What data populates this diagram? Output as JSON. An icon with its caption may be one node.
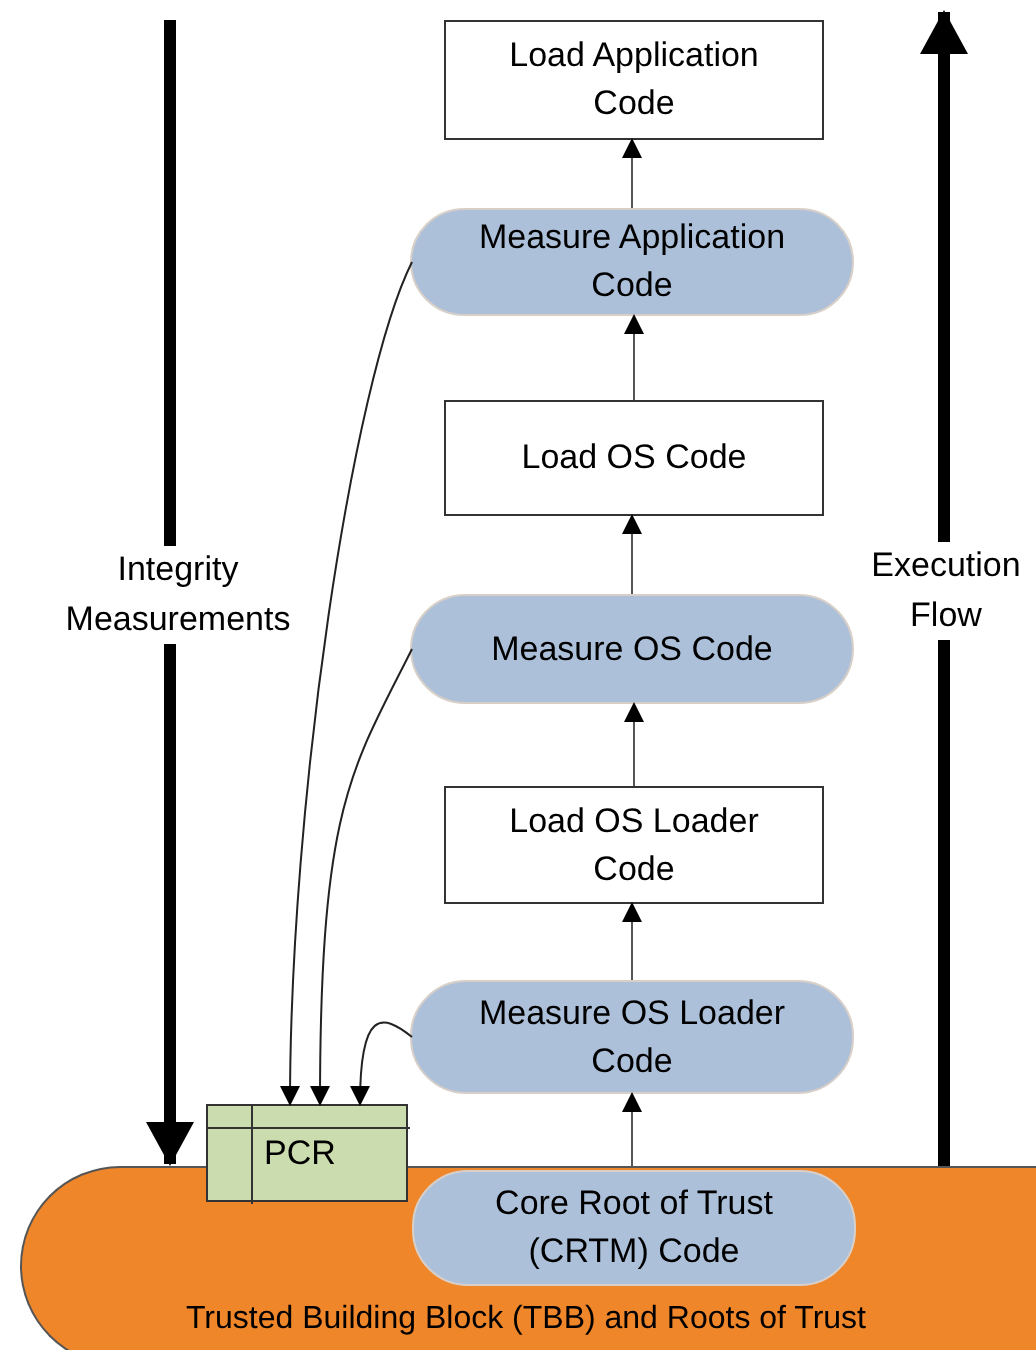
{
  "diagram": {
    "nodes": [
      {
        "text": [
          "Trusted Building Block (TBB) and Roots of Trust"
        ]
      },
      {
        "text": [
          "Core Root of Trust (CRTM) Code"
        ],
        "in": 0
      },
      {
        "text": [
          "PCR"
        ]
      },
      {
        "text": [
          "Measure OS Loader Code"
        ]
      },
      {
        "text": [
          "Load OS Loader Code"
        ]
      },
      {
        "text": [
          "Measure OS Code"
        ]
      },
      {
        "text": [
          "Load OS Code"
        ]
      },
      {
        "text": [
          "Measure Application Code"
        ]
      },
      {
        "text": [
          "Load Application Code"
        ]
      }
    ],
    "edges": [
      {
        "from": 1,
        "to": 3,
        "arrow": "to"
      },
      {
        "from": 3,
        "to": 4,
        "arrow": "to"
      },
      {
        "from": 4,
        "to": 5,
        "arrow": "to"
      },
      {
        "from": 5,
        "to": 6,
        "arrow": "to"
      },
      {
        "from": 6,
        "to": 7,
        "arrow": "to"
      },
      {
        "from": 7,
        "to": 8,
        "arrow": "to"
      },
      {
        "from": 7,
        "to": 2,
        "arrow": "to"
      },
      {
        "from": 5,
        "to": 2,
        "arrow": "to"
      },
      {
        "from": 3,
        "to": 2,
        "arrow": "to"
      }
    ],
    "labels": [
      "Integrity Measurements",
      "Execution Flow"
    ]
  }
}
